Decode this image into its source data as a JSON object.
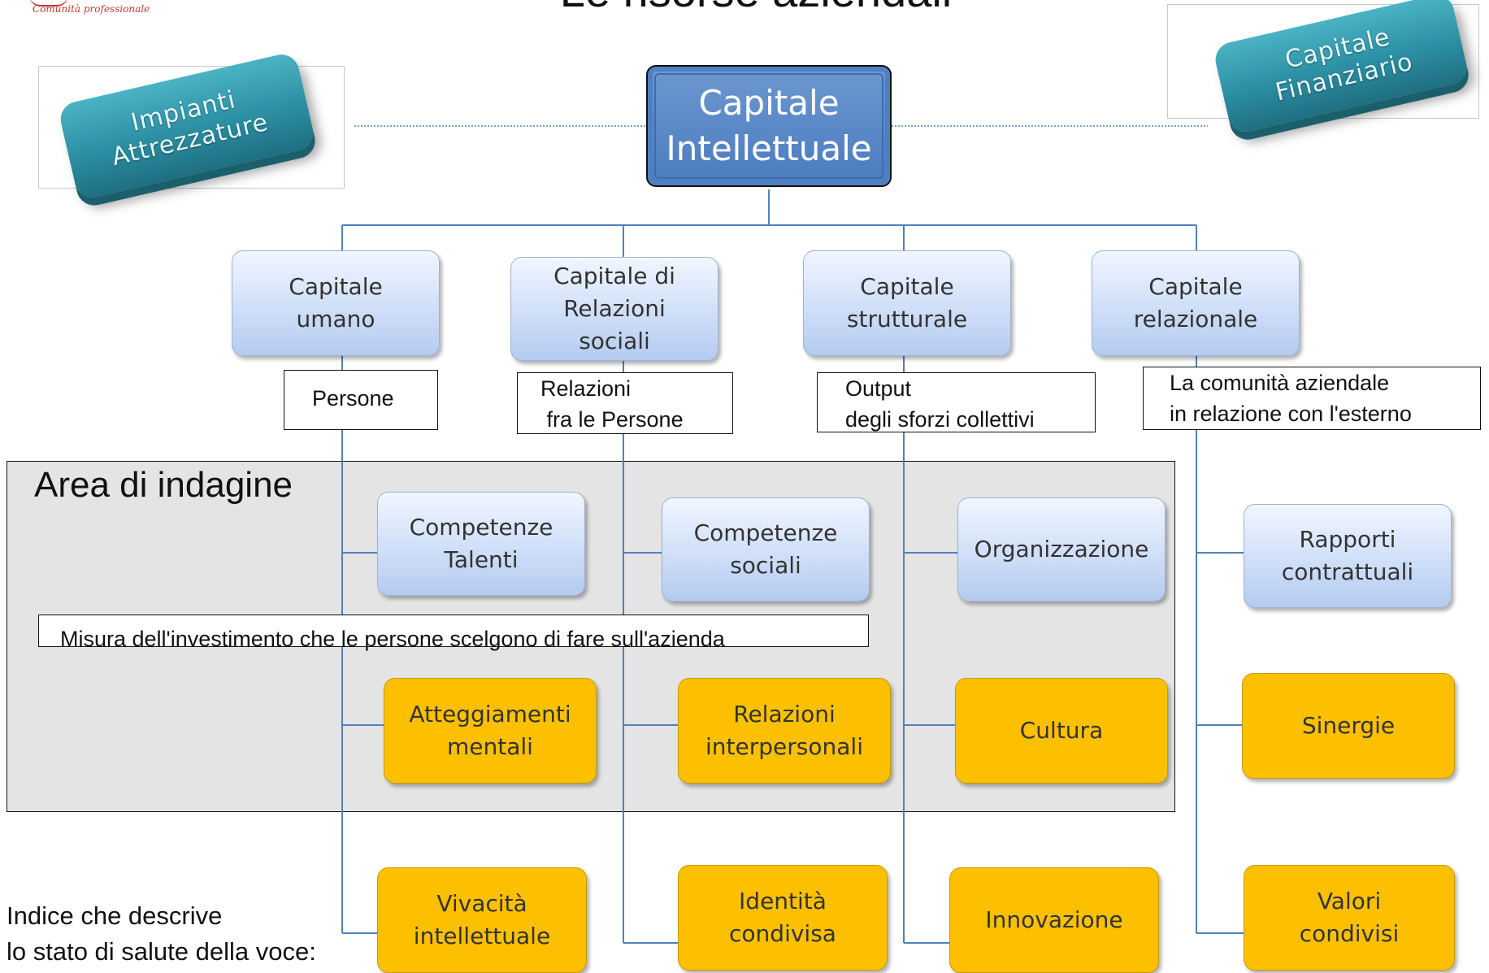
{
  "header": {
    "title": "Le risorse aziendali",
    "logo_caption": "Comunità professionale"
  },
  "side_keys": {
    "left": "Impianti\nAttrezzature",
    "right": "Capitale\nFinanziario"
  },
  "root_node": "Capitale\nIntellettuale",
  "capitals": [
    {
      "label": "Capitale\numano",
      "descriptor": "Persone"
    },
    {
      "label": "Capitale di\nRelazioni\nsociali",
      "descriptor": "Relazioni\n fra le Persone"
    },
    {
      "label": "Capitale\nstrutturale",
      "descriptor": "Output\ndegli sforzi collettivi"
    },
    {
      "label": "Capitale\nrelazionale",
      "descriptor": "La comunità aziendale\nin relazione con l'esterno"
    }
  ],
  "area": {
    "title": "Area di indagine",
    "measure_note": "Misura dell'investimento che le persone scelgono di fare sull'azienda"
  },
  "blue_items": [
    "Competenze\nTalenti",
    "Competenze\nsociali",
    "Organizzazione",
    "Rapporti\ncontrattuali"
  ],
  "gold_row_1": [
    "Atteggiamenti\nmentali",
    "Relazioni\ninterpersonali",
    "Cultura",
    "Sinergie"
  ],
  "gold_row_2": [
    "Vivacità\nintellettuale",
    "Identità\ncondivisa",
    "Innovazione",
    "Valori\ncondivisi"
  ],
  "footer_note": "Indice che descrive\nlo stato di salute della voce:",
  "colors": {
    "line": "#4f81bd",
    "gold": "#fdc000",
    "area_bg": "#e4e4e4",
    "key_teal": "#2c8fa3"
  }
}
